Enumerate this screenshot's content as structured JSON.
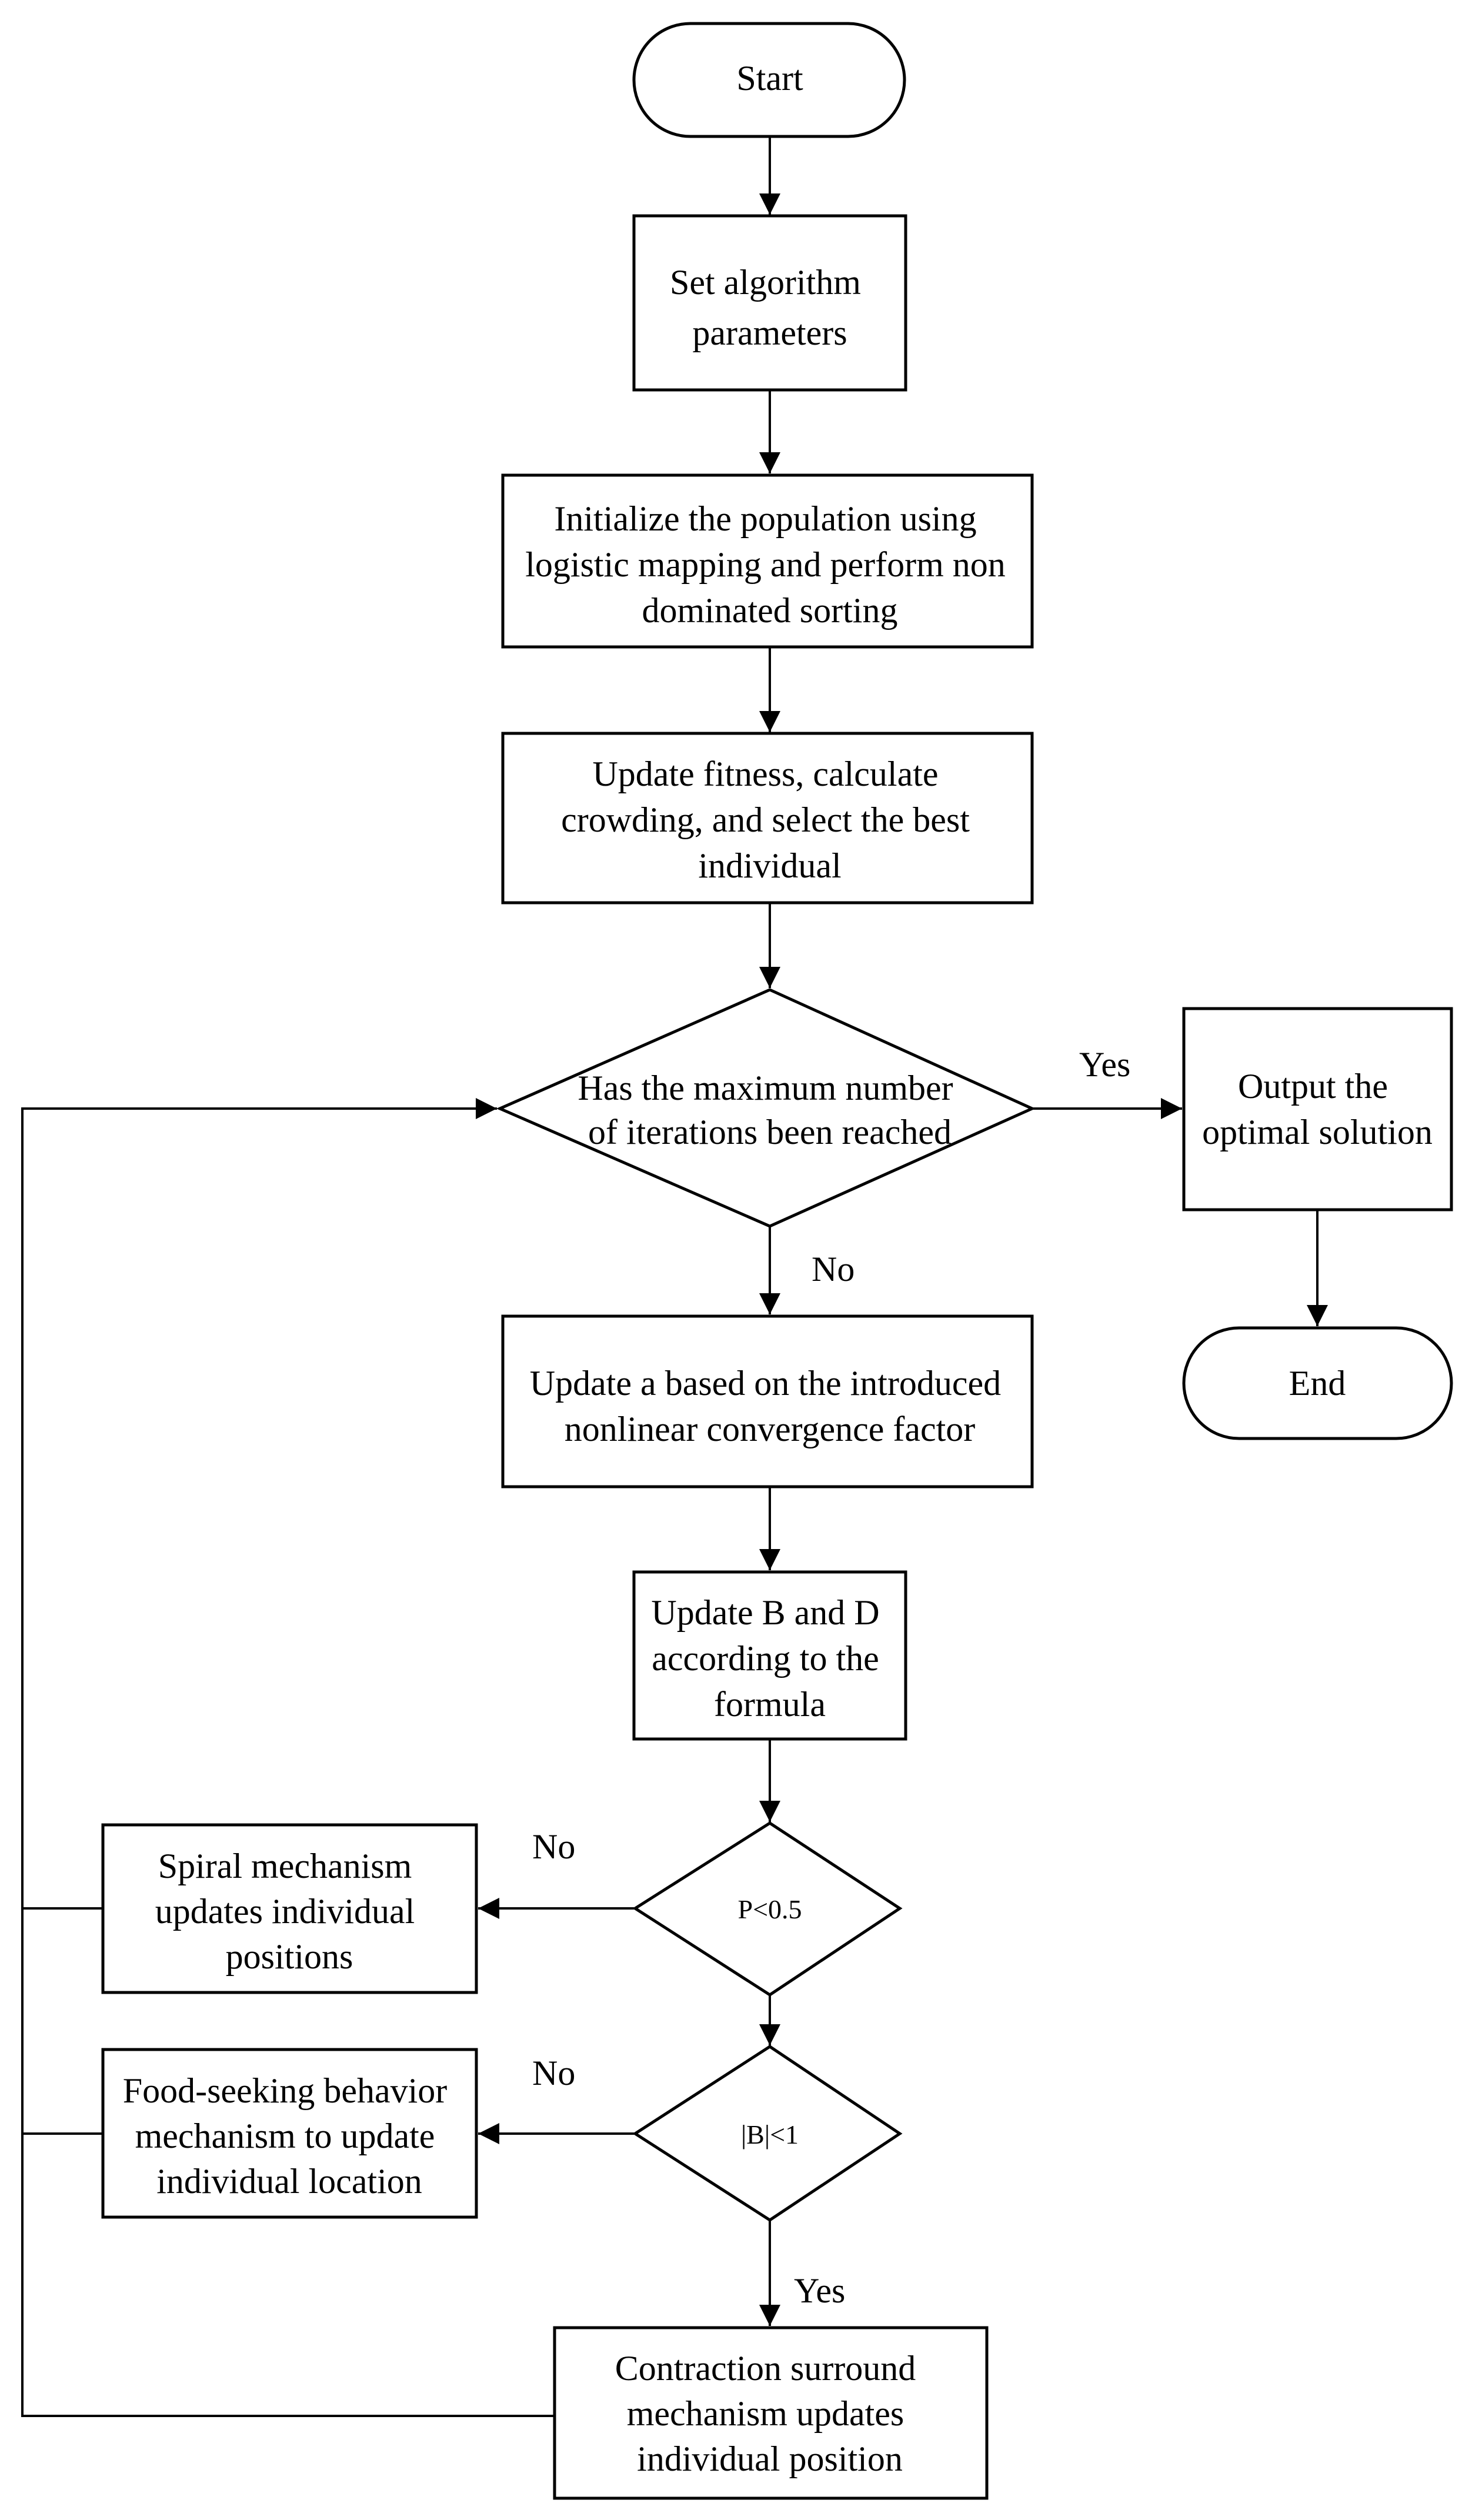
{
  "flowchart": {
    "start": [
      "Start"
    ],
    "set_params": [
      "Set algorithm",
      "parameters"
    ],
    "init_population": [
      "Initialize the population using",
      "logistic mapping and perform non",
      "dominated sorting"
    ],
    "update_fitness": [
      "Update fitness, calculate",
      "crowding, and select the best",
      "individual"
    ],
    "max_iter_decision": [
      "Has the maximum number",
      "of iterations been reached"
    ],
    "output_solution": [
      "Output the",
      "optimal solution"
    ],
    "end": [
      "End"
    ],
    "update_a": [
      "Update a based on the introduced",
      "nonlinear convergence factor"
    ],
    "update_bd": [
      "Update B and D",
      "according to the",
      "formula"
    ],
    "p_decision": [
      "P<0.5"
    ],
    "spiral": [
      "Spiral mechanism",
      "updates individual",
      "positions"
    ],
    "b_decision": [
      "|B|<1"
    ],
    "food_seeking": [
      "Food-seeking behavior",
      "mechanism to update",
      "individual location"
    ],
    "contraction": [
      "Contraction surround",
      "mechanism updates",
      "individual position"
    ]
  },
  "edge_labels": {
    "yes_max_iter": "Yes",
    "no_max_iter": "No",
    "no_p": "No",
    "no_b": "No",
    "yes_b": "Yes"
  }
}
